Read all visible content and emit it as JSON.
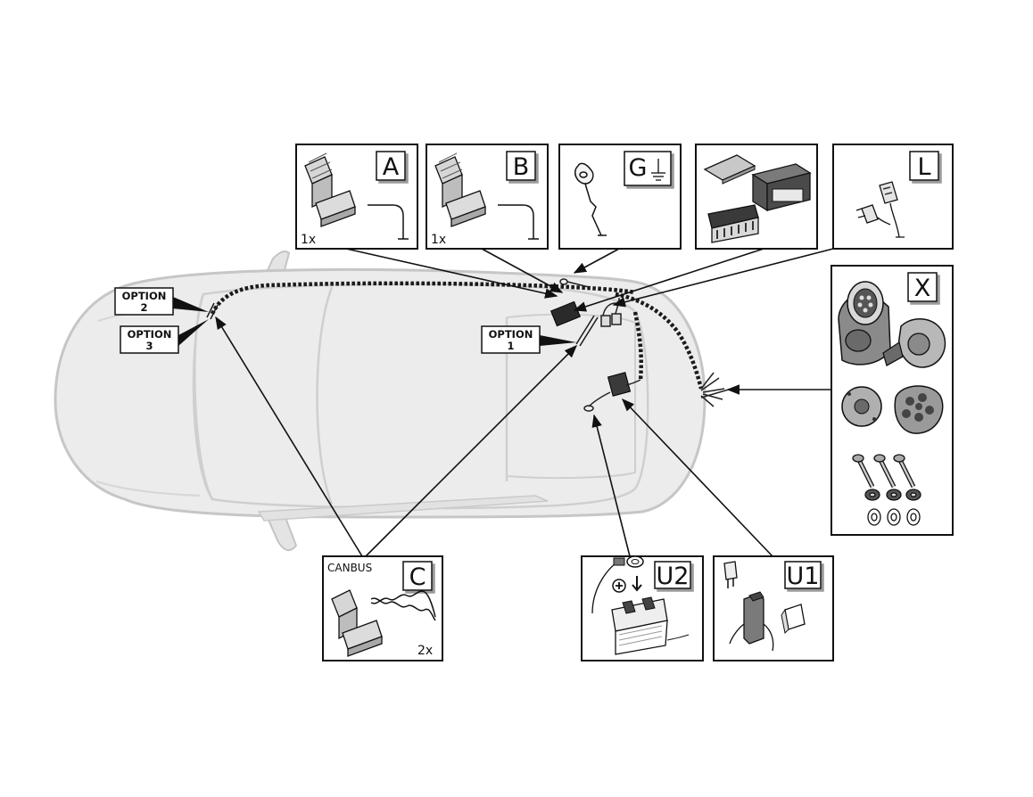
{
  "parts": {
    "a": {
      "letter": "A",
      "qty": "1x"
    },
    "b": {
      "letter": "B",
      "qty": "1x"
    },
    "g": {
      "letter": "G"
    },
    "l": {
      "letter": "L"
    },
    "x": {
      "letter": "X"
    },
    "c": {
      "letter": "C",
      "caption": "CANBUS",
      "qty": "2x"
    },
    "u2": {
      "letter": "U2"
    },
    "u1": {
      "letter": "U1"
    }
  },
  "options": {
    "opt1": {
      "line1": "OPTION",
      "line2": "1"
    },
    "opt2": {
      "line1": "OPTION",
      "line2": "2"
    },
    "opt3": {
      "line1": "OPTION",
      "line2": "3"
    }
  },
  "colors": {
    "line": "#111111",
    "car_fill": "#ededed",
    "car_stroke": "#c4c4c4",
    "harness": "#1a1a1a"
  }
}
